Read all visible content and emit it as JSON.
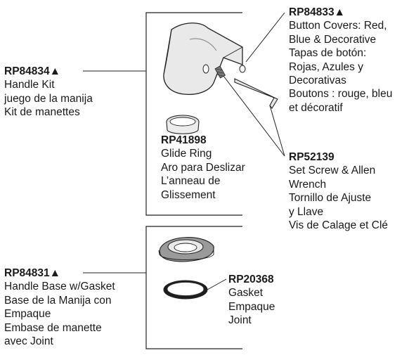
{
  "parts": {
    "handle_kit": {
      "part_number": "RP84834▲",
      "lines": [
        "Handle Kit",
        "juego de la manija",
        "Kit de manettes"
      ]
    },
    "button_covers": {
      "part_number": "RP84833▲",
      "lines": [
        "Button Covers: Red,",
        "Blue & Decorative",
        "Tapas de botón:",
        "Rojas, Azules y",
        "Decorativas",
        "Boutons : rouge, bleu",
        "et décoratif"
      ]
    },
    "glide_ring": {
      "part_number": "RP41898",
      "lines": [
        "Glide Ring",
        "Aro para Deslizar",
        "L’anneau de",
        "Glissement"
      ]
    },
    "set_screw": {
      "part_number": "RP52139",
      "lines": [
        "Set Screw & Allen",
        "Wrench",
        "Tornillo de Ajuste",
        "y Llave",
        "Vis de Calage et Clé"
      ]
    },
    "handle_base": {
      "part_number": "RP84831▲",
      "lines": [
        "Handle Base w/Gasket",
        "Base de la Manija con",
        "Empaque",
        "Embase de manette",
        "avec Joint"
      ]
    },
    "gasket": {
      "part_number": "RP20368",
      "lines": [
        "Gasket",
        "Empaque",
        "Joint"
      ]
    }
  }
}
